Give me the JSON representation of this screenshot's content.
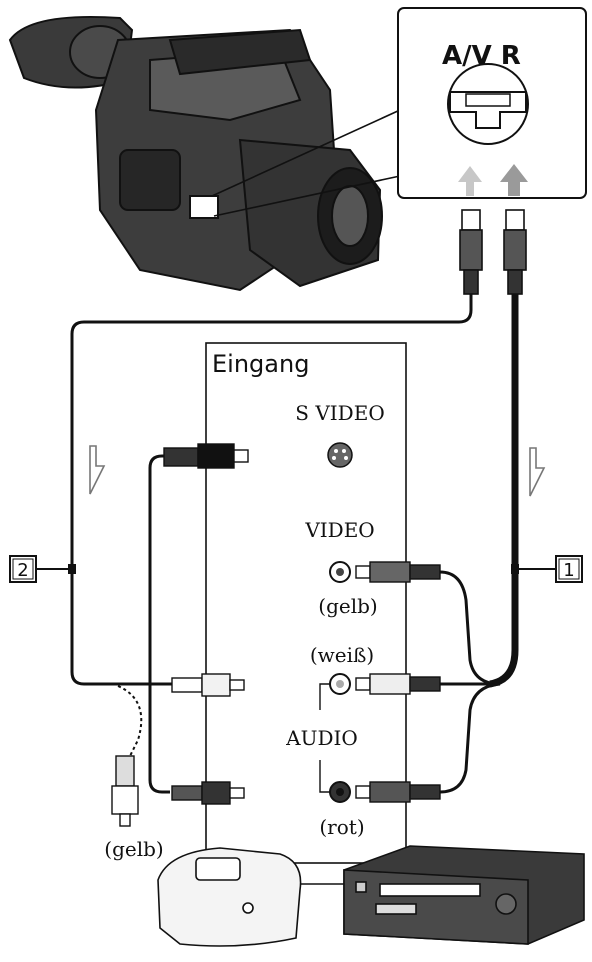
{
  "connector_box": {
    "title": "A/V R"
  },
  "input_panel": {
    "heading": "Eingang",
    "s_video_label": "S VIDEO",
    "video_label": "VIDEO",
    "video_color": "(gelb)",
    "audio_label": "AUDIO",
    "audio_left_color": "(weiß)",
    "audio_right_color": "(rot)"
  },
  "callouts": {
    "cable_1": "1",
    "cable_2": "2"
  },
  "plug_color_note": "(gelb)",
  "colors": {
    "line": "#111111",
    "grey_arrow": "#bdbdbd",
    "fill_light": "#f4f4f4"
  }
}
